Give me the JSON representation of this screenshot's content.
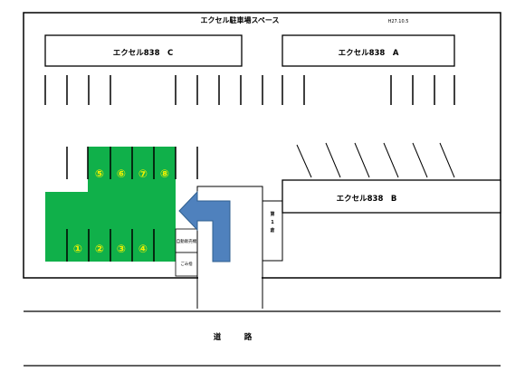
{
  "title": "エクセル駐車場スペース",
  "date": "H27.10.5",
  "buildings": {
    "c": "エクセル838　C",
    "a": "エクセル838　A",
    "b": "エクセル838　B"
  },
  "side_label": "第1倉",
  "vending": "自動販売機",
  "trash": "ごみ捨",
  "road": "道　　　路",
  "spots": {
    "s1": "①",
    "s2": "②",
    "s3": "③",
    "s4": "④",
    "s5": "⑤",
    "s6": "⑥",
    "s7": "⑦",
    "s8": "⑧"
  },
  "colors": {
    "green": "#10b04a",
    "spot_number": "#f2f200",
    "arrow": "#4f81bd"
  }
}
